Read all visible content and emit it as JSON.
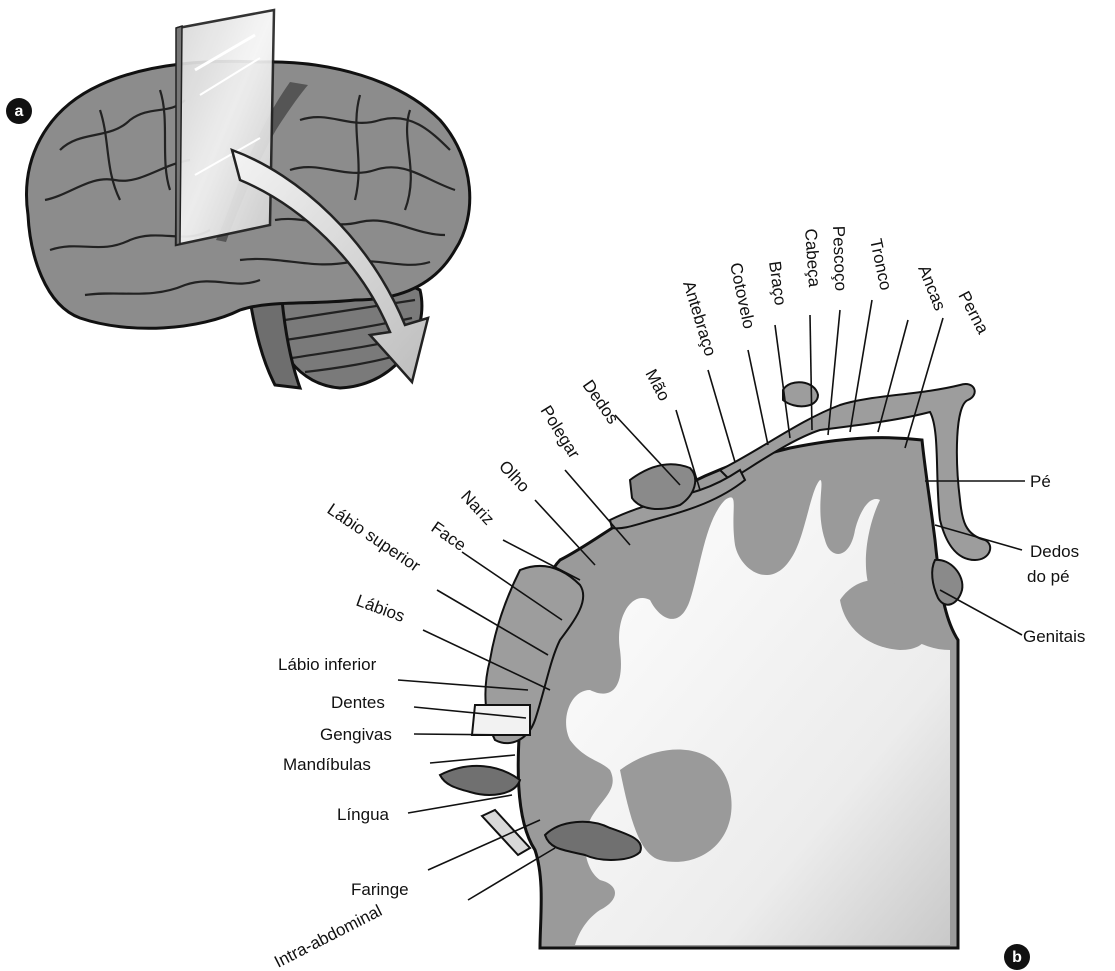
{
  "panels": {
    "a": "a",
    "b": "b"
  },
  "labels": {
    "labio_superior": "Lábio superior",
    "nariz": "Nariz",
    "olho": "Olho",
    "polegar": "Polegar",
    "dedos": "Dedos",
    "mao": "Mão",
    "antebraco": "Antebraço",
    "cotovelo": "Cotovelo",
    "braco": "Braço",
    "cabeca": "Cabeça",
    "pescoco": "Pescoço",
    "tronco": "Tronco",
    "ancas": "Ancas",
    "perna": "Perna",
    "pe": "Pé",
    "dedos_do_pe_1": "Dedos",
    "dedos_do_pe_2": "do pé",
    "genitais": "Genitais",
    "face": "Face",
    "labios": "Lábios",
    "labio_inferior": "Lábio inferior",
    "dentes": "Dentes",
    "gengivas": "Gengivas",
    "mandibulas": "Mandíbulas",
    "lingua": "Língua",
    "faringe": "Faringe",
    "intra_abdominal": "Intra-abdominal"
  },
  "colors": {
    "brain_fill": "#8c8c8c",
    "cortex_gray": "#9a9a9a",
    "white_matter": "#efefef",
    "outline": "#111111",
    "badge": "#111111"
  }
}
